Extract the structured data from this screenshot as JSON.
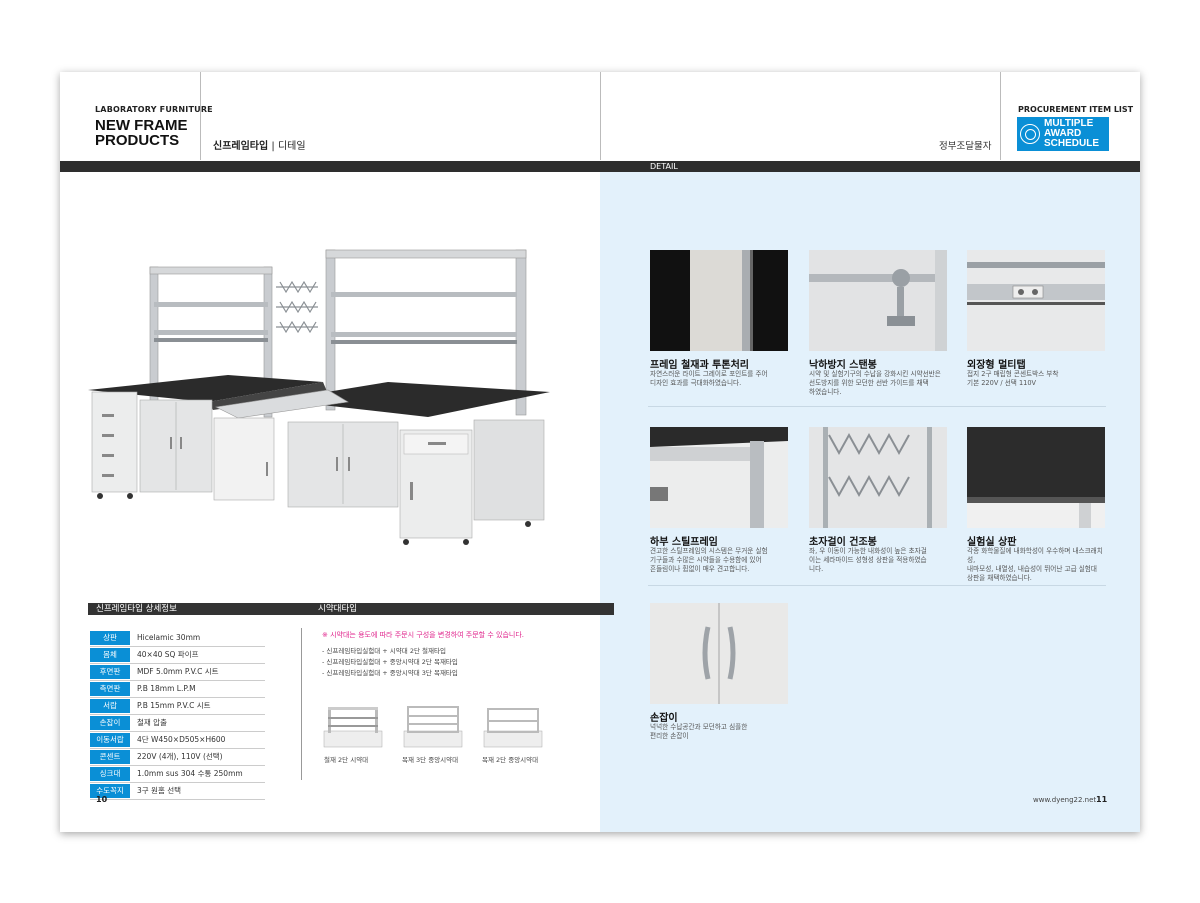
{
  "header": {
    "category": "LABORATORY FURNITURE",
    "title_line1": "NEW FRAME",
    "title_line2": "PRODUCTS",
    "subtitle_bold": "신프레임타입",
    "subtitle_sep": "|",
    "subtitle_rest": "디테일",
    "gov_label": "정부조달물자",
    "procurement_label": "PROCUREMENT ITEM LIST",
    "mas_line1": "MULTIPLE",
    "mas_line2": "AWARD",
    "mas_line3": "SCHEDULE",
    "detail_bar": "DETAIL"
  },
  "spec_section": {
    "title": "신프레임타입 상세정보",
    "rows": [
      {
        "key": "상판",
        "value": "Hicelamic 30mm"
      },
      {
        "key": "몸체",
        "value": "40×40 SQ 파이프"
      },
      {
        "key": "후면판",
        "value": "MDF 5.0mm P.V.C 시트"
      },
      {
        "key": "측면판",
        "value": "P.B 18mm L.P.M"
      },
      {
        "key": "서랍",
        "value": "P.B 15mm P.V.C 시트"
      },
      {
        "key": "손잡이",
        "value": "철재 압출"
      },
      {
        "key": "이동서랍",
        "value": "4단 W450×D505×H600"
      },
      {
        "key": "콘센트",
        "value": "220V (4개), 110V (선택)"
      },
      {
        "key": "싱크대",
        "value": "1.0mm sus 304 수통 250mm"
      },
      {
        "key": "수도꼭지",
        "value": "3구 원홈 선택"
      }
    ]
  },
  "reagent_section": {
    "title": "시약대타입",
    "note": "※ 시약대는 용도에 따라 주문시 구성을 변경하여 주문할 수 있습니다.",
    "options": [
      "- 신프레임타입실험대 + 시약대 2단 철재타입",
      "- 신프레임타입실험대 + 중앙시약대 2단 목재타입",
      "- 신프레임타입실험대 + 중앙시약대 3단 목재타입"
    ],
    "captions": [
      "철재 2단 시약대",
      "목재 3단 중앙시약대",
      "목재 2단 중앙시약대"
    ]
  },
  "features": [
    {
      "title": "프레임 철재과 투톤처리",
      "desc": [
        "자연스러운 라이트 그레이로 포인트를 주어",
        "디자인 효과를 극대화하였습니다."
      ]
    },
    {
      "title": "낙하방지 스탠봉",
      "desc": [
        "시약 및 실험기구의 수납을 강화시킨 시약선반은",
        "선도방지를 위한 모던한 선반 가이드를 채택",
        "하였습니다."
      ]
    },
    {
      "title": "외장형 멀티탭",
      "desc": [
        "접지 2구 매립형 콘센트박스 부착",
        "기본 220V / 선택 110V"
      ]
    },
    {
      "title": "하부 스틸프레임",
      "desc": [
        "견고한 스틸프레임의 시스템은 무거운 실험",
        "기구들과 수많은 시약들을 수용함에 있어",
        "흔들림이나 휨없이 매우 견고합니다."
      ]
    },
    {
      "title": "초자걸이 건조봉",
      "desc": [
        "좌, 우 이동이 가능한 내화성이 높은 초자걸",
        "이는 세라마이드 성형성 상판을 적용하였습",
        "니다."
      ]
    },
    {
      "title": "실험실 상판",
      "desc": [
        "각종 화학물질에 내화학성이 우수하며 내스크래치성,",
        "내마모성, 내열성, 내습성이 뛰어난 고급 실험대",
        "상판을 채택하였습니다."
      ]
    },
    {
      "title": "손잡이",
      "desc": [
        "넉넉한 수납공간과 모던하고 심플한",
        "편리한 손잡이"
      ]
    }
  ],
  "footer": {
    "left_page": "10",
    "url": "www.dyeng22.net",
    "right_page": "11"
  }
}
